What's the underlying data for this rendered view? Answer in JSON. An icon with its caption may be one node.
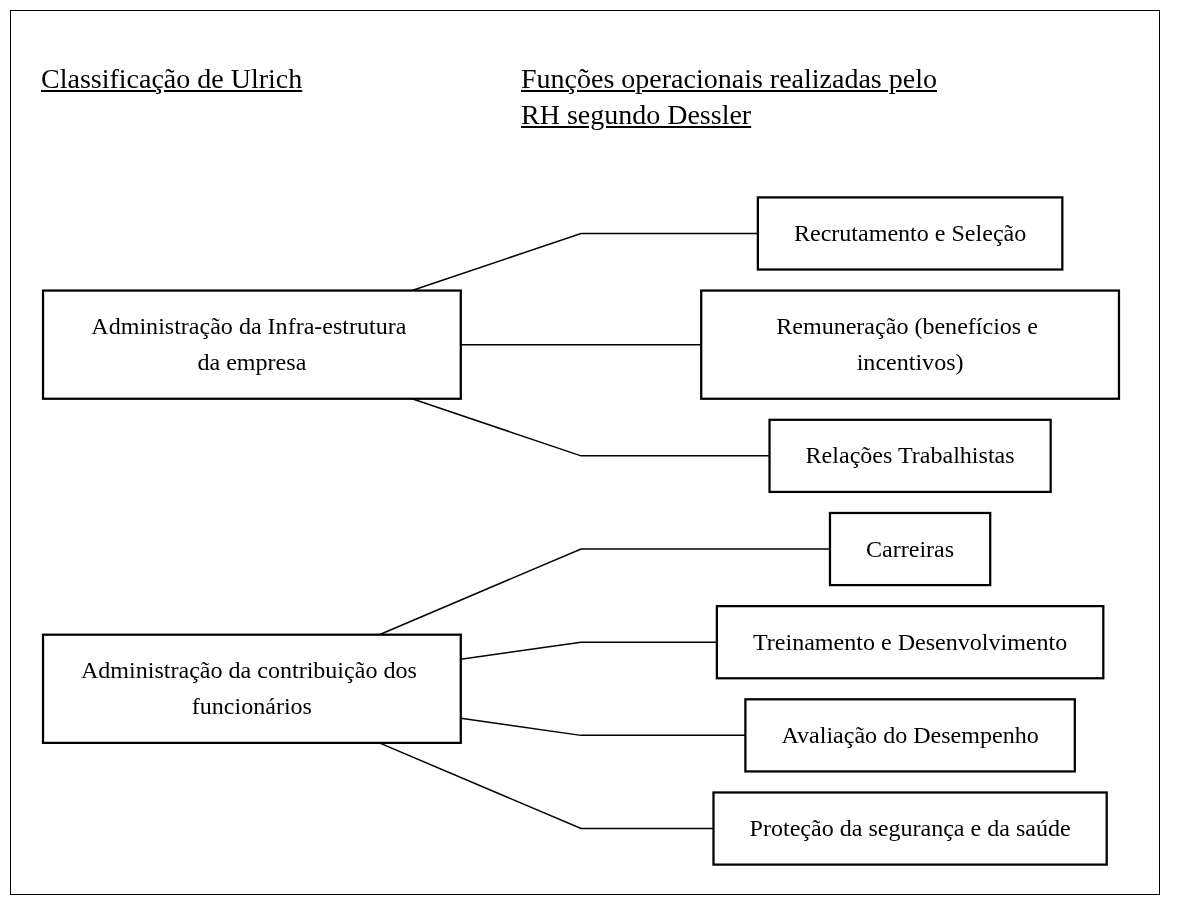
{
  "diagram": {
    "nodes": [
      {
        "text": [
          "Administração da Infra-estrutura da empresa"
        ]
      },
      {
        "text": [
          "Recrutamento e Seleção"
        ]
      },
      {
        "text": [
          "Remuneração (benefícios e incentivos)"
        ]
      },
      {
        "text": [
          "Relações Trabalhistas"
        ]
      },
      {
        "text": [
          "Administração da contribuição dos funcionários"
        ]
      },
      {
        "text": [
          "Carreiras"
        ]
      },
      {
        "text": [
          "Treinamento e Desenvolvimento"
        ]
      },
      {
        "text": [
          "Avaliação do Desempenho"
        ]
      },
      {
        "text": [
          "Proteção da segurança e da saúde"
        ]
      }
    ],
    "edges": [
      {
        "from": 0,
        "to": 1,
        "arrow": "none"
      },
      {
        "from": 0,
        "to": 2,
        "arrow": "none"
      },
      {
        "from": 0,
        "to": 3,
        "arrow": "none"
      },
      {
        "from": 4,
        "to": 5,
        "arrow": "none"
      },
      {
        "from": 4,
        "to": 6,
        "arrow": "none"
      },
      {
        "from": 4,
        "to": 7,
        "arrow": "none"
      },
      {
        "from": 4,
        "to": 8,
        "arrow": "none"
      }
    ],
    "labels": [
      "Classificação de Ulrich",
      "Funções operacionais realizadas pelo RH segundo Dessler"
    ]
  }
}
